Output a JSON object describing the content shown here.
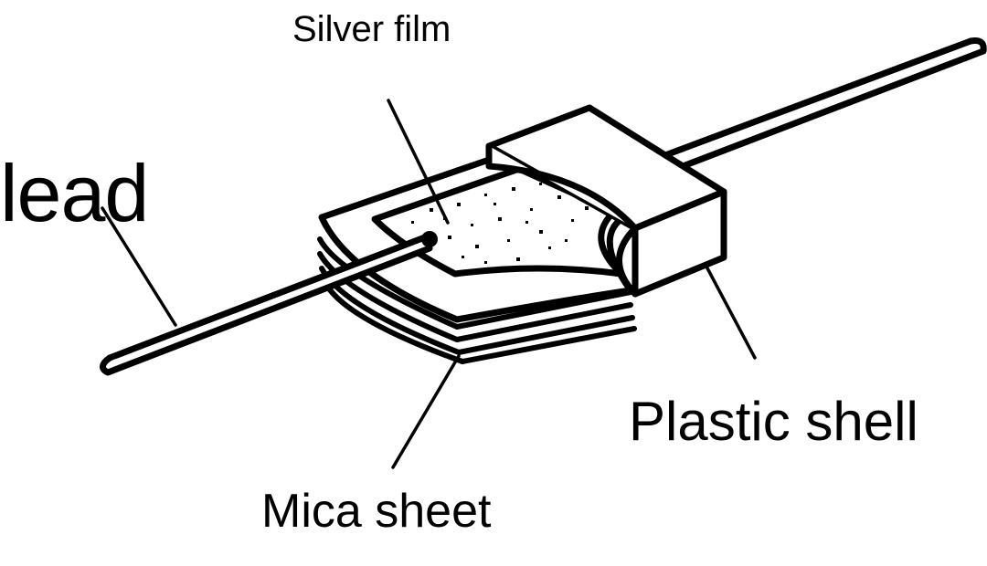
{
  "diagram": {
    "labels": {
      "silver_film": "Silver film",
      "lead": "lead",
      "plastic_shell": "Plastic shell",
      "mica_sheet": "Mica sheet"
    },
    "colors": {
      "ink": "#000000",
      "background": "#ffffff"
    }
  }
}
